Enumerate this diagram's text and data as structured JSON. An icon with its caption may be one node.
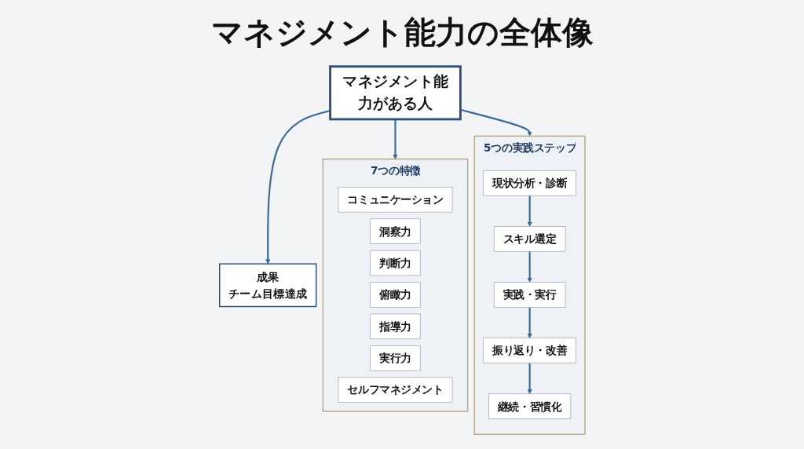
{
  "diagram": {
    "title": "マネジメント能力の全体像",
    "nodes": [
      {
        "text": [
          "7つの特徴"
        ]
      },
      {
        "text": [
          "コミュニケーション"
        ],
        "in": 0
      },
      {
        "text": [
          "洞察力"
        ],
        "in": 0
      },
      {
        "text": [
          "判断力"
        ],
        "in": 0
      },
      {
        "text": [
          "俯瞰力"
        ],
        "in": 0
      },
      {
        "text": [
          "指導力"
        ],
        "in": 0
      },
      {
        "text": [
          "実行力"
        ],
        "in": 0
      },
      {
        "text": [
          "セルフマネジメント"
        ],
        "in": 0
      },
      {
        "text": [
          "マネジメント能力がある人"
        ]
      },
      {
        "text": [
          "5つの実践ステップ"
        ]
      },
      {
        "text": [
          "現状分析・診断"
        ],
        "in": 9
      },
      {
        "text": [
          "スキル選定"
        ],
        "in": 9
      },
      {
        "text": [
          "実践・実行"
        ],
        "in": 9
      },
      {
        "text": [
          "振り返り・改善"
        ],
        "in": 9
      },
      {
        "text": [
          "継続・習慣化"
        ],
        "in": 9
      },
      {
        "text": [
          "成果",
          "チーム目標達成"
        ]
      }
    ],
    "edges": [
      {
        "from": 8,
        "to": 0,
        "arrow": "to"
      },
      {
        "from": 8,
        "to": 9,
        "arrow": "to"
      },
      {
        "from": 8,
        "to": 15,
        "arrow": "to"
      },
      {
        "from": 10,
        "to": 11,
        "arrow": "to"
      },
      {
        "from": 11,
        "to": 12,
        "arrow": "to"
      },
      {
        "from": 12,
        "to": 13,
        "arrow": "to"
      },
      {
        "from": 13,
        "to": 14,
        "arrow": "to"
      }
    ]
  }
}
